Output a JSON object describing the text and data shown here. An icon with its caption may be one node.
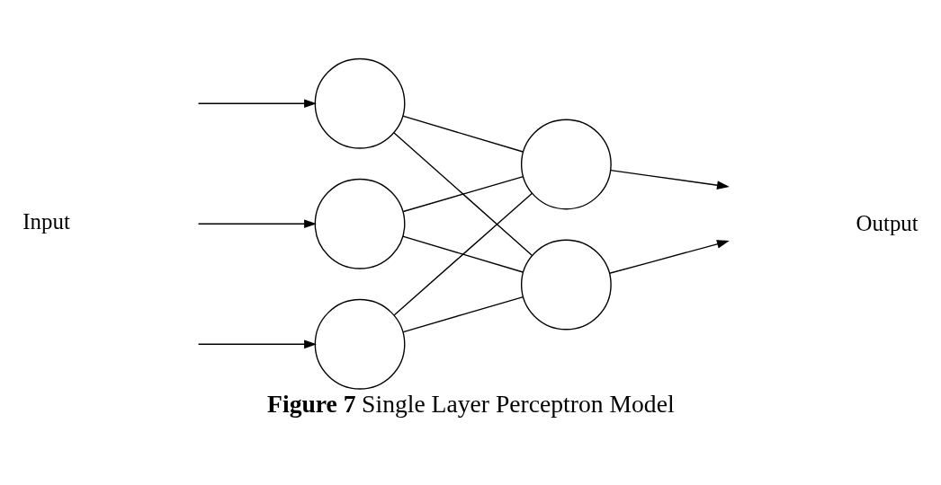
{
  "diagram": {
    "caption": "**Figure 7** Single Layer Perceptron Model",
    "nodes": [
      {
        "text": [],
        "shape": "circle"
      },
      {
        "text": [],
        "shape": "circle"
      },
      {
        "text": [],
        "shape": "circle"
      },
      {
        "text": [],
        "shape": "circle"
      },
      {
        "text": [],
        "shape": "circle"
      }
    ],
    "edges": [
      {
        "from": null,
        "to": 0,
        "arrow": "to"
      },
      {
        "from": null,
        "to": 1,
        "arrow": "to"
      },
      {
        "from": null,
        "to": 2,
        "arrow": "to"
      },
      {
        "from": 0,
        "to": 3,
        "arrow": "none"
      },
      {
        "from": 0,
        "to": 4,
        "arrow": "none"
      },
      {
        "from": 1,
        "to": 3,
        "arrow": "none"
      },
      {
        "from": 1,
        "to": 4,
        "arrow": "none"
      },
      {
        "from": 2,
        "to": 3,
        "arrow": "none"
      },
      {
        "from": 2,
        "to": 4,
        "arrow": "none"
      },
      {
        "from": 3,
        "to": null,
        "arrow": "to"
      },
      {
        "from": 4,
        "to": null,
        "arrow": "to"
      }
    ],
    "labels": [
      "Input",
      "Output"
    ]
  }
}
